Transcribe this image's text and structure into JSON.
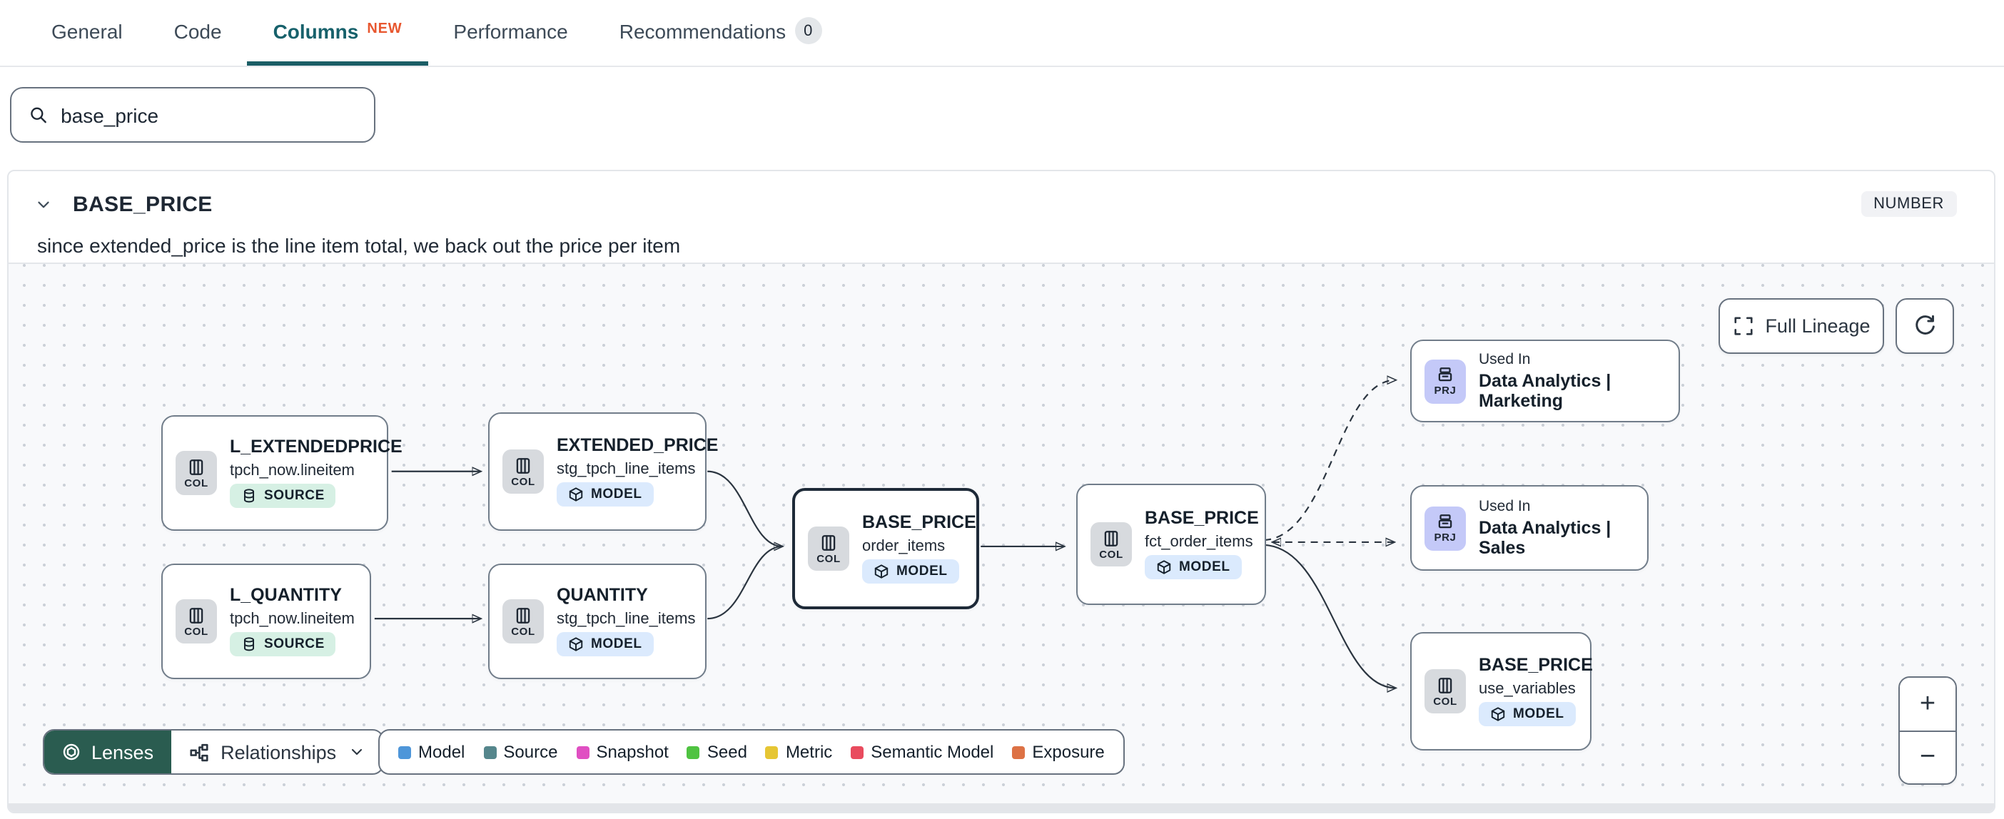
{
  "tabs": {
    "items": [
      {
        "label": "General"
      },
      {
        "label": "Code"
      },
      {
        "label": "Columns",
        "badge": "NEW",
        "active": true
      },
      {
        "label": "Performance"
      },
      {
        "label": "Recommendations",
        "count": "0"
      }
    ]
  },
  "search": {
    "value": "base_price"
  },
  "column_panel": {
    "name": "BASE_PRICE",
    "type_badge": "NUMBER",
    "description": "since extended_price is the line item total, we back out the price per item"
  },
  "lineage": {
    "full_lineage_button": "Full Lineage",
    "toolbar": {
      "lenses": "Lenses",
      "relationships": "Relationships"
    },
    "zoom_controls": {
      "zoom_in": "+",
      "zoom_out": "−"
    },
    "used_in_label": "Used In",
    "nodes": [
      {
        "chip": "COL",
        "title": "L_EXTENDEDPRICE",
        "subtitle": "tpch_now.lineitem",
        "badge": "SOURCE"
      },
      {
        "chip": "COL",
        "title": "EXTENDED_PRICE",
        "subtitle": "stg_tpch_line_items",
        "badge": "MODEL"
      },
      {
        "chip": "COL",
        "title": "L_QUANTITY",
        "subtitle": "tpch_now.lineitem",
        "badge": "SOURCE"
      },
      {
        "chip": "COL",
        "title": "QUANTITY",
        "subtitle": "stg_tpch_line_items",
        "badge": "MODEL"
      },
      {
        "chip": "COL",
        "title": "BASE_PRICE",
        "subtitle": "order_items",
        "badge": "MODEL",
        "selected": true
      },
      {
        "chip": "COL",
        "title": "BASE_PRICE",
        "subtitle": "fct_order_items",
        "badge": "MODEL"
      },
      {
        "chip": "PRJ",
        "label": "Used In",
        "title": "Data Analytics | Marketing"
      },
      {
        "chip": "PRJ",
        "label": "Used In",
        "title": "Data Analytics | Sales"
      },
      {
        "chip": "COL",
        "title": "BASE_PRICE",
        "subtitle": "use_variables",
        "badge": "MODEL"
      }
    ],
    "legend": [
      {
        "label": "Model",
        "color": "#4e96d9"
      },
      {
        "label": "Source",
        "color": "#55868c"
      },
      {
        "label": "Snapshot",
        "color": "#e04fc2"
      },
      {
        "label": "Seed",
        "color": "#4fc341"
      },
      {
        "label": "Metric",
        "color": "#e6c634"
      },
      {
        "label": "Semantic Model",
        "color": "#e94b5e"
      },
      {
        "label": "Exposure",
        "color": "#dd7245"
      }
    ]
  }
}
